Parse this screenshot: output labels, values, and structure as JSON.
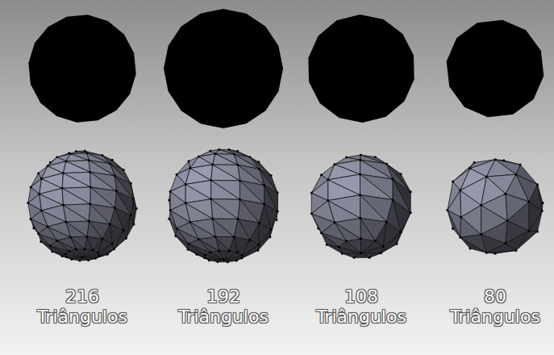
{
  "diagram": {
    "labels": [
      "216 Triângulos",
      "192 Triângulos",
      "108 Triângulos",
      "80 Triângulos"
    ]
  }
}
